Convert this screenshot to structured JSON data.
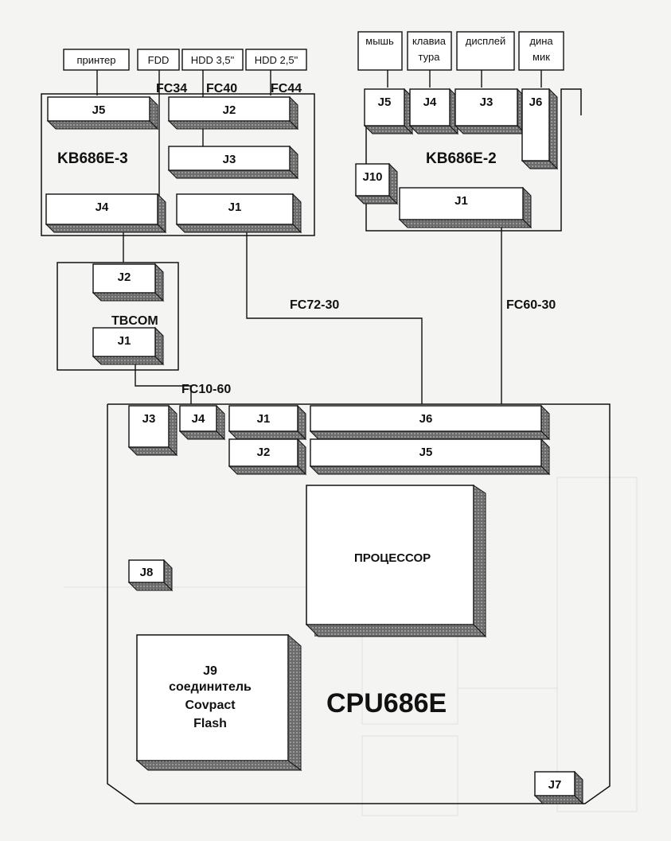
{
  "devices": {
    "printer": "принтер",
    "fdd": "FDD",
    "hdd35": "HDD 3,5\"",
    "hdd25": "HDD 2,5\"",
    "mouse": "мышь",
    "keyboard_1": "клавиа",
    "keyboard_2": "тура",
    "display": "дисплей",
    "speaker_1": "дина",
    "speaker_2": "мик"
  },
  "cables": {
    "fc34": "FC34",
    "fc40": "FC40",
    "fc44": "FC44",
    "fc72": "FC72-30",
    "fc60": "FC60-30",
    "fc10": "FC10-60"
  },
  "boards": {
    "kb3": {
      "name": "KB686E-3",
      "j5": "J5",
      "j2": "J2",
      "j3": "J3",
      "j4": "J4",
      "j1": "J1"
    },
    "kb2": {
      "name": "KB686E-2",
      "j5": "J5",
      "j4": "J4",
      "j3": "J3",
      "j6": "J6",
      "j10": "J10",
      "j1": "J1"
    },
    "tbcom": {
      "name": "TBCOM",
      "j2": "J2",
      "j1": "J1"
    },
    "cpu": {
      "name": "CPU686E",
      "processor": "ПРОЦЕССОР",
      "j3": "J3",
      "j4": "J4",
      "j1": "J1",
      "j2": "J2",
      "j6": "J6",
      "j5": "J5",
      "j8": "J8",
      "j7": "J7",
      "j9_1": "J9",
      "j9_2": "соединитель",
      "j9_3": "Covpact",
      "j9_4": "Flash"
    }
  }
}
